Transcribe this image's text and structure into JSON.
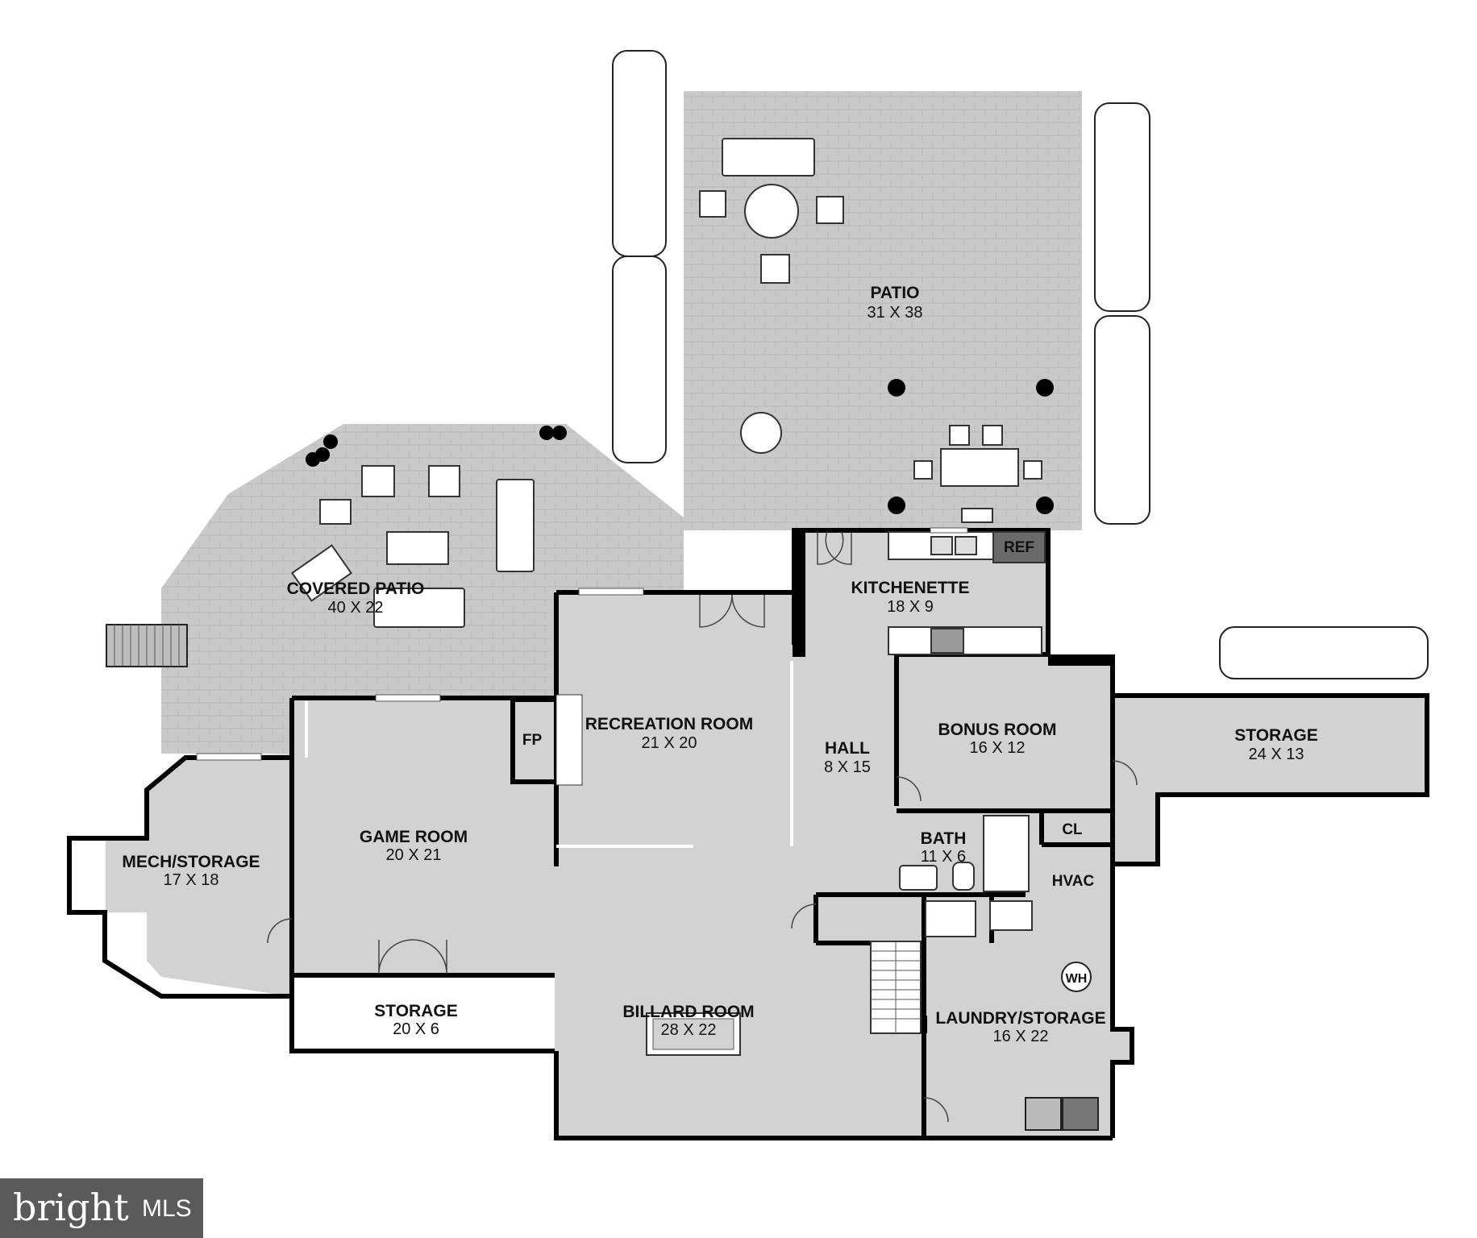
{
  "colors": {
    "patio": "#c9c9c9",
    "interior": "#d2d2d2",
    "wall": "#000000",
    "furniture": "#ffffff",
    "logo_bg": "#5a5a5a"
  },
  "rooms": {
    "patio": {
      "name": "PATIO",
      "dims": "31 X 38"
    },
    "covered_patio": {
      "name": "COVERED PATIO",
      "dims": "40 X 22"
    },
    "kitchenette": {
      "name": "KITCHENETTE",
      "dims": "18 X 9"
    },
    "recreation_room": {
      "name": "RECREATION ROOM",
      "dims": "21 X 20"
    },
    "hall": {
      "name": "HALL",
      "dims": "8 X 15"
    },
    "bonus_room": {
      "name": "BONUS ROOM",
      "dims": "16 X 12"
    },
    "storage_east": {
      "name": "STORAGE",
      "dims": "24 X 13"
    },
    "game_room": {
      "name": "GAME ROOM",
      "dims": "20 X 21"
    },
    "mech_storage": {
      "name": "MECH/STORAGE",
      "dims": "17 X 18"
    },
    "bath": {
      "name": "BATH",
      "dims": "11 X 6"
    },
    "storage_west": {
      "name": "STORAGE",
      "dims": "20 X 6"
    },
    "billard_room": {
      "name": "BILLARD ROOM",
      "dims": "28 X 22"
    },
    "laundry_storage": {
      "name": "LAUNDRY/STORAGE",
      "dims": "16 X 22"
    }
  },
  "tags": {
    "fp": "FP",
    "ref": "REF",
    "cl": "CL",
    "hvac": "HVAC",
    "wh": "WH"
  },
  "logo": {
    "brand": "bright",
    "suffix": "MLS"
  }
}
